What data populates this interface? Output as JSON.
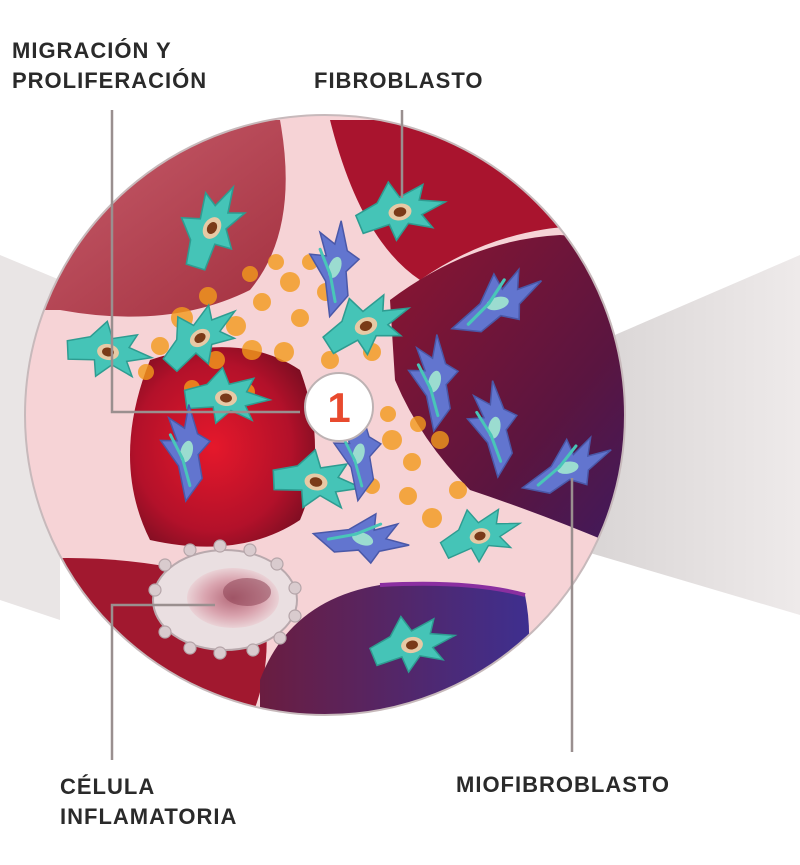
{
  "labels": {
    "migration": [
      "MIGRACIÓN Y",
      "PROLIFERACIÓN"
    ],
    "fibroblast": "FIBROBLASTO",
    "inflammatory": [
      "CÉLULA",
      "INFLAMATORIA"
    ],
    "myofibroblast": "MIOFIBROBLASTO"
  },
  "badge": {
    "number": "1"
  },
  "colors": {
    "tissue_pink": "#f6d3d6",
    "vessel_red": "#b8172c",
    "dark_red": "#7a1025",
    "purple": "#3d2a86",
    "fibroblast_teal": "#3fc3b8",
    "myofibroblast_blue": "#5a6fc9",
    "particle_orange": "#f29a1c",
    "leader_line": "#9a8f8f",
    "badge_red": "#e84a2e"
  }
}
